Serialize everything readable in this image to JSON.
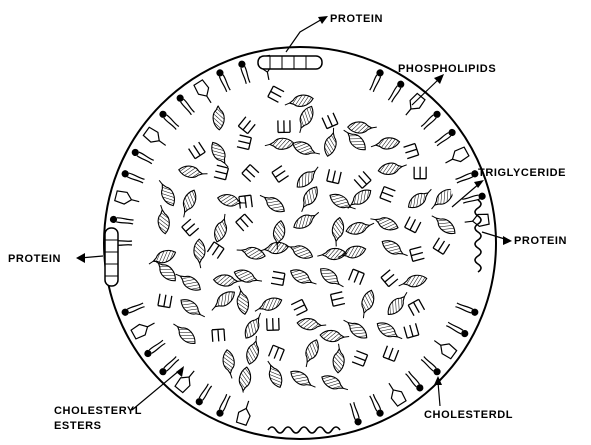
{
  "labels": {
    "protein_top": "PROTEIN",
    "phospholipids": "PHOSPHOLIPIDS",
    "triglyceride": "TRIGLYCERIDE",
    "protein_right": "PROTEIN",
    "protein_left": "PROTEIN",
    "cholesteryl_line1": "CHOLESTERYL",
    "cholesteryl_line2": "ESTERS",
    "cholesterol": "CHOLESTERDL"
  },
  "colors": {
    "ink": "#000000",
    "background": "#ffffff"
  }
}
